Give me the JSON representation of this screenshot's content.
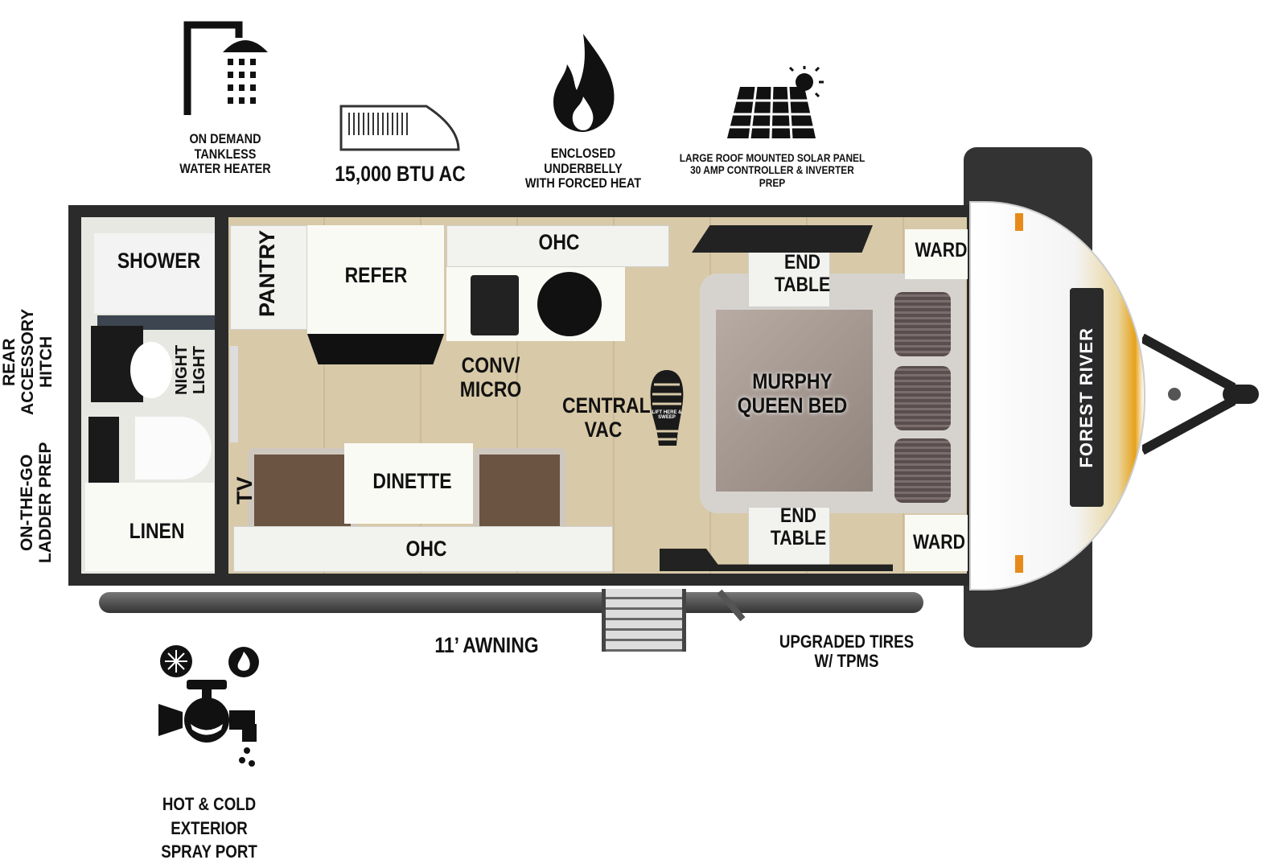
{
  "features": {
    "water_heater": "ON DEMAND\nTANKLESS\nWATER HEATER",
    "ac": "15,000 BTU AC",
    "underbelly": "ENCLOSED UNDERBELLY\nWITH FORCED HEAT",
    "solar": "LARGE ROOF MOUNTED SOLAR PANEL\n30 AMP CONTROLLER & INVERTER PREP",
    "rear_hitch": "REAR\nACCESSORY\nHITCH",
    "ladder": "ON-THE-GO\nLADDER PREP",
    "awning": "11’ AWNING",
    "tires": "UPGRADED TIRES\nW/ TPMS",
    "spray_port": "HOT & COLD EXTERIOR\nSPRAY PORT"
  },
  "rooms": {
    "shower": "SHOWER",
    "night_light": "NIGHT\nLIGHT",
    "linen": "LINEN",
    "pantry": "PANTRY",
    "refer": "REFER",
    "ohc_top": "OHC",
    "conv_micro": "CONV/\nMICRO",
    "central_vac": "CENTRAL\nVAC",
    "vac_badge": "LIFT HERE & SWEEP",
    "tv": "TV",
    "dinette": "DINETTE",
    "ohc_bottom": "OHC",
    "end_table_top": "END\nTABLE",
    "end_table_bottom": "END\nTABLE",
    "murphy_bed": "MURPHY\nQUEEN BED",
    "ward_top": "WARD",
    "ward_bottom": "WARD"
  },
  "brand": "FOREST RIVER",
  "colors": {
    "wall": "#2b2b2b",
    "floor": "#d8c9a8",
    "accent": "#e8a21a"
  }
}
